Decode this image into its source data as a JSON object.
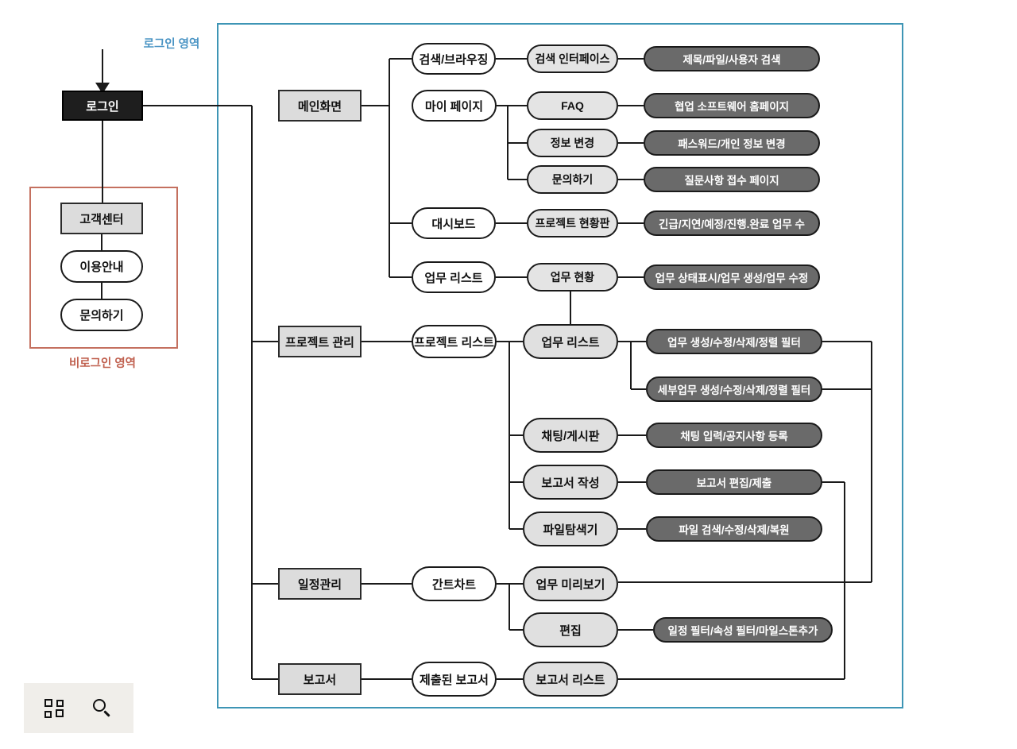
{
  "labels": {
    "login_area": "로그인 영역",
    "non_login_area": "비로그인 영역"
  },
  "nodes": {
    "login": "로그인",
    "customer_center": "고객센터",
    "usage_guide": "이용안내",
    "inquiry": "문의하기",
    "main_screen": "메인화면",
    "search_browsing": "검색/브라우징",
    "my_page": "마이 페이지",
    "dashboard": "대시보드",
    "task_list_main": "업무 리스트",
    "search_interface": "검색 인터페이스",
    "faq": "FAQ",
    "info_change": "정보 변경",
    "inquiry_page": "문의하기",
    "project_status_board": "프로젝트 현황판",
    "task_status": "업무 현황",
    "title_file_user_search": "제목/파일/사용자 검색",
    "collab_homepage": "협업 소프트웨어 홈페이지",
    "password_info_change": "패스워드/개인 정보 변경",
    "question_reception_page": "질문사항 접수 페이지",
    "task_count_status": "긴급/지연/예정/진행.완료 업무 수",
    "task_state_display": "업무 상태표시/업무 생성/업무 수정",
    "project_management": "프로젝트 관리",
    "project_list": "프로젝트 리스트",
    "task_list_project": "업무 리스트",
    "task_crud_filter": "업무 생성/수정/삭제/정렬 필터",
    "subtask_crud_filter": "세부업무 생성/수정/삭제/정렬 필터",
    "chat_board": "채팅/게시판",
    "chat_input_notice": "채팅 입력/공지사항 등록",
    "report_write": "보고서 작성",
    "report_edit_submit": "보고서 편집/제출",
    "file_explorer": "파일탐색기",
    "file_search_crud": "파일 검색/수정/삭제/복원",
    "schedule_management": "일정관리",
    "gantt_chart": "간트차트",
    "task_preview": "업무 미리보기",
    "edit": "편집",
    "schedule_attr_milestone_filter": "일정 필터/속성 필터/마일스톤추가",
    "report": "보고서",
    "submitted_report": "제출된 보고서",
    "report_list": "보고서 리스트"
  },
  "icons": {
    "grid": "grid-icon",
    "search": "search-icon"
  },
  "colors": {
    "login_area_border": "#3e95b5",
    "login_area_label": "#4a94c4",
    "non_login_area_border": "#c4705f",
    "non_login_area_label": "#c0604f",
    "dark_pill_fill": "#6a6a6a",
    "light_pill_fill": "#e4e4e4",
    "gray_rect_fill": "#dcdcdc",
    "login_box_fill": "#1e1e1e",
    "line_color": "#1a1a1a",
    "toolbar_bg": "#f0eeea"
  },
  "hierarchy": [
    {
      "parent": "로그인",
      "children": [
        "메인화면",
        "프로젝트 관리",
        "일정관리",
        "보고서",
        "고객센터"
      ]
    },
    {
      "parent": "고객센터",
      "children": [
        "이용안내",
        "문의하기"
      ]
    },
    {
      "parent": "메인화면",
      "children": [
        "검색/브라우징",
        "마이 페이지",
        "대시보드",
        "업무 리스트"
      ]
    },
    {
      "parent": "검색/브라우징",
      "children": [
        "검색 인터페이스"
      ]
    },
    {
      "parent": "검색 인터페이스",
      "children": [
        "제목/파일/사용자 검색"
      ]
    },
    {
      "parent": "마이 페이지",
      "children": [
        "FAQ",
        "정보 변경",
        "문의하기"
      ]
    },
    {
      "parent": "FAQ",
      "children": [
        "협업 소프트웨어 홈페이지"
      ]
    },
    {
      "parent": "정보 변경",
      "children": [
        "패스워드/개인 정보 변경"
      ]
    },
    {
      "parent": "문의하기",
      "children": [
        "질문사항 접수 페이지"
      ]
    },
    {
      "parent": "대시보드",
      "children": [
        "프로젝트 현황판"
      ]
    },
    {
      "parent": "프로젝트 현황판",
      "children": [
        "긴급/지연/예정/진행.완료 업무 수"
      ]
    },
    {
      "parent": "업무 리스트",
      "children": [
        "업무 현황"
      ]
    },
    {
      "parent": "업무 현황",
      "children": [
        "업무 상태표시/업무 생성/업무 수정",
        "업무 리스트"
      ]
    },
    {
      "parent": "프로젝트 관리",
      "children": [
        "프로젝트 리스트"
      ]
    },
    {
      "parent": "프로젝트 리스트",
      "children": [
        "업무 리스트",
        "채팅/게시판",
        "보고서 작성",
        "파일탐색기"
      ]
    },
    {
      "parent": "업무 리스트",
      "children": [
        "업무 생성/수정/삭제/정렬 필터",
        "세부업무 생성/수정/삭제/정렬 필터"
      ]
    },
    {
      "parent": "채팅/게시판",
      "children": [
        "채팅 입력/공지사항 등록"
      ]
    },
    {
      "parent": "보고서 작성",
      "children": [
        "보고서 편집/제출"
      ]
    },
    {
      "parent": "파일탐색기",
      "children": [
        "파일 검색/수정/삭제/복원"
      ]
    },
    {
      "parent": "일정관리",
      "children": [
        "간트차트"
      ]
    },
    {
      "parent": "간트차트",
      "children": [
        "업무 미리보기",
        "편집"
      ]
    },
    {
      "parent": "편집",
      "children": [
        "일정 필터/속성 필터/마일스톤추가"
      ]
    },
    {
      "parent": "보고서",
      "children": [
        "제출된 보고서"
      ]
    },
    {
      "parent": "제출된 보고서",
      "children": [
        "보고서 리스트"
      ]
    }
  ],
  "cross_links": [
    {
      "from": "업무 생성/수정/삭제/정렬 필터",
      "to": "업무 미리보기"
    },
    {
      "from": "세부업무 생성/수정/삭제/정렬 필터",
      "to": "업무 미리보기"
    },
    {
      "from": "보고서 편집/제출",
      "to": "보고서 리스트"
    }
  ]
}
